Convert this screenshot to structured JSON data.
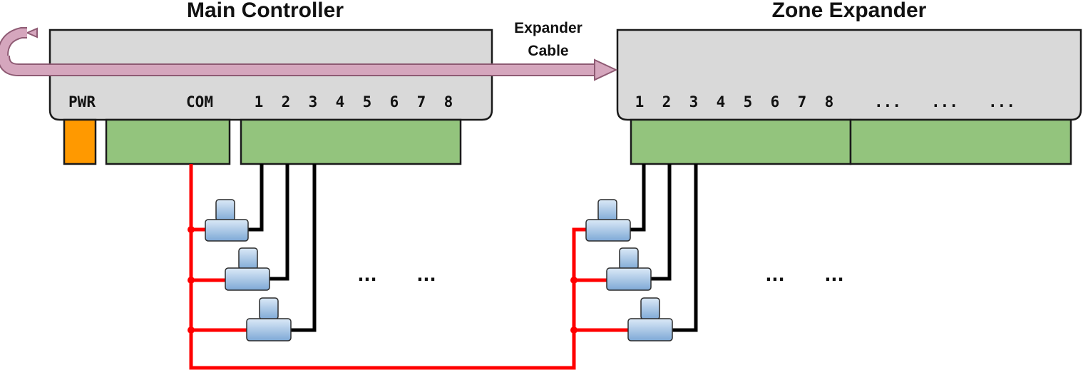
{
  "colors": {
    "box_fill": "#d9d9d9",
    "terminal_block": "#93c47d",
    "power_terminal": "#ff9900",
    "common_wire": "#ff0000",
    "zone_wire": "#000000",
    "valve_fill": "#9fc5e8",
    "cable_arrow": "#d5a6bd"
  },
  "main_controller": {
    "title": "Main Controller",
    "pwr_label": "PWR",
    "com_label": "COM",
    "zone_labels": [
      "1",
      "2",
      "3",
      "4",
      "5",
      "6",
      "7",
      "8"
    ],
    "overflow_labels": [
      "...",
      "..."
    ]
  },
  "zone_expander": {
    "title": "Zone Expander",
    "zone_labels": [
      "1",
      "2",
      "3",
      "4",
      "5",
      "6",
      "7",
      "8"
    ],
    "extra_labels": [
      "...",
      "...",
      "..."
    ],
    "overflow_labels": [
      "...",
      "..."
    ]
  },
  "cable": {
    "label_line1": "Expander",
    "label_line2": "Cable"
  }
}
